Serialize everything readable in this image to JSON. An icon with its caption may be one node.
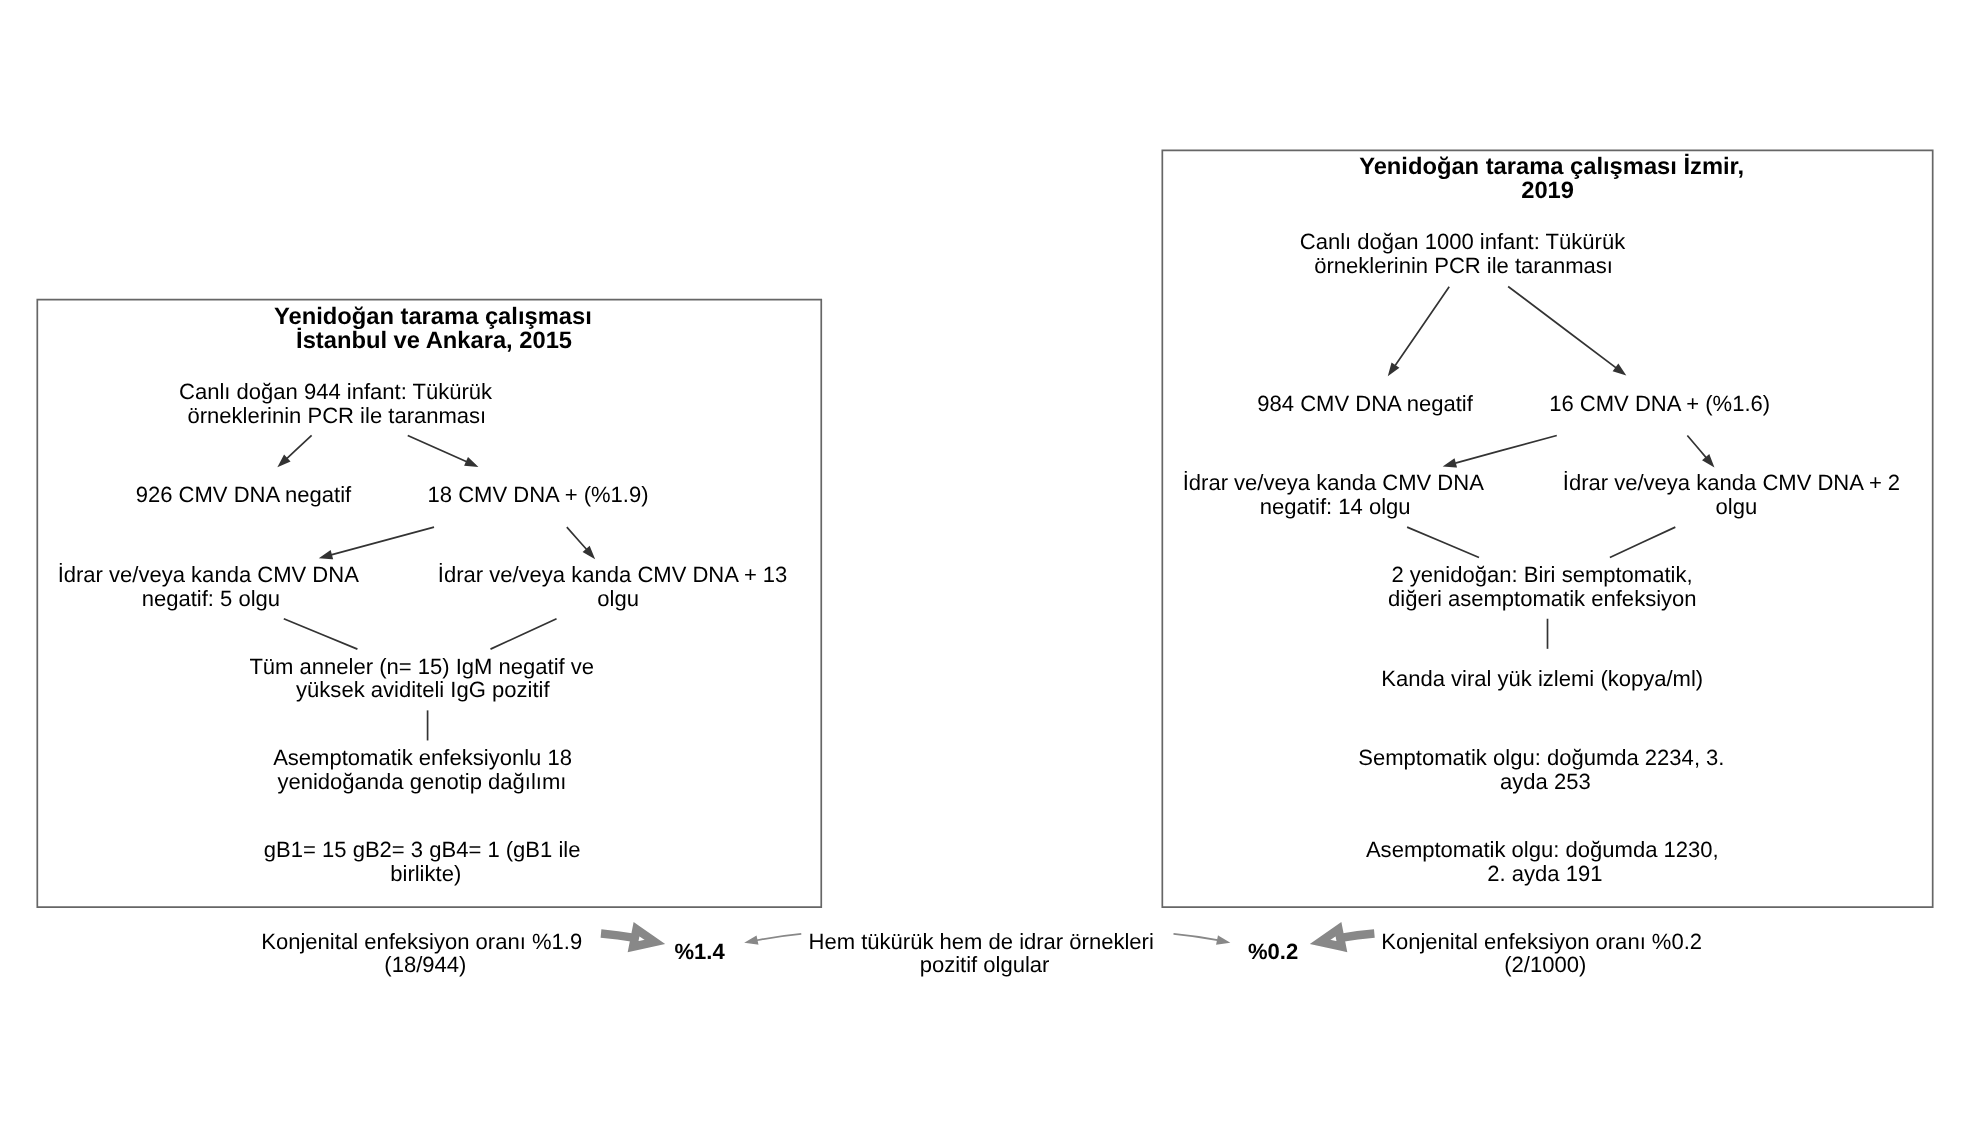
{
  "diagram": {
    "nodes": [
      {
        "text": [
          "Yenidoğan tarama çalışması İstanbul ve Ankara, 2015"
        ]
      },
      {
        "text": [
          "Canlı doğan 944 infant: Tükürük örneklerinin PCR ile taranması"
        ],
        "in": 0
      },
      {
        "text": [
          "926 CMV DNA negatif"
        ],
        "in": 0
      },
      {
        "text": [
          "18 CMV DNA + (%1.9)"
        ],
        "in": 0
      },
      {
        "text": [
          "İdrar ve/veya kanda CMV DNA negatif: 5 olgu"
        ],
        "in": 0
      },
      {
        "text": [
          "İdrar ve/veya kanda CMV DNA + 13 olgu"
        ],
        "in": 0
      },
      {
        "text": [
          "Tüm anneler (n= 15) IgM negatif ve yüksek aviditeli IgG pozitif"
        ],
        "in": 0
      },
      {
        "text": [
          "Asemptomatik enfeksiyonlu 18 yenidoğanda genotip dağılımı"
        ],
        "in": 0
      },
      {
        "text": [
          "gB1= 15 gB2= 3 gB4= 1 (gB1 ile birlikte)"
        ],
        "in": 0
      },
      {
        "text": [
          "Yenidoğan tarama çalışması İzmir, 2019"
        ]
      },
      {
        "text": [
          "Canlı doğan 1000 infant: Tükürük örneklerinin PCR ile taranması"
        ],
        "in": 9
      },
      {
        "text": [
          "984 CMV DNA negatif"
        ],
        "in": 9
      },
      {
        "text": [
          "16 CMV DNA + (%1.6)"
        ],
        "in": 9
      },
      {
        "text": [
          "İdrar ve/veya kanda CMV DNA negatif: 14 olgu"
        ],
        "in": 9
      },
      {
        "text": [
          "İdrar ve/veya kanda CMV DNA + 2 olgu"
        ],
        "in": 9
      },
      {
        "text": [
          "2 yenidoğan: Biri semptomatik, diğeri asemptomatik enfeksiyon"
        ],
        "in": 9
      },
      {
        "text": [
          "Kanda viral yük izlemi (kopya/ml)"
        ],
        "in": 9
      },
      {
        "text": [
          "Semptomatik olgu: doğumda 2234, 3. ayda 253"
        ],
        "in": 9
      },
      {
        "text": [
          "Asemptomatik olgu: doğumda 1230, 2. ayda 191"
        ],
        "in": 9
      },
      {
        "text": [
          "Konjenital enfeksiyon oranı %1.9 (18/944)"
        ]
      },
      {
        "text": [
          "%1.4"
        ]
      },
      {
        "text": [
          "Hem tükürük hem de idrar örnekleri pozitif olgular"
        ]
      },
      {
        "text": [
          "%0.2"
        ]
      },
      {
        "text": [
          "Konjenital enfeksiyon oranı %0.2 (2/1000)"
        ]
      }
    ],
    "edges": [
      {
        "from": 1,
        "to": 2,
        "arrow": "to"
      },
      {
        "from": 1,
        "to": 3,
        "arrow": "to"
      },
      {
        "from": 3,
        "to": 4,
        "arrow": "to"
      },
      {
        "from": 3,
        "to": 5,
        "arrow": "to"
      },
      {
        "from": 4,
        "to": 6,
        "arrow": "none"
      },
      {
        "from": 5,
        "to": 6,
        "arrow": "none"
      },
      {
        "from": 6,
        "to": 7,
        "arrow": "none"
      },
      {
        "from": 10,
        "to": 11,
        "arrow": "to"
      },
      {
        "from": 10,
        "to": 12,
        "arrow": "to"
      },
      {
        "from": 12,
        "to": 13,
        "arrow": "to"
      },
      {
        "from": 12,
        "to": 14,
        "arrow": "to"
      },
      {
        "from": 13,
        "to": 15,
        "arrow": "none"
      },
      {
        "from": 14,
        "to": 15,
        "arrow": "none"
      },
      {
        "from": 15,
        "to": 16,
        "arrow": "none"
      },
      {
        "from": 19,
        "to": 20,
        "arrow": "to",
        "style": "thick",
        "color": "#888888"
      },
      {
        "from": 21,
        "to": 20,
        "arrow": "to",
        "color": "#888888"
      },
      {
        "from": 21,
        "to": 22,
        "arrow": "to",
        "color": "#888888"
      },
      {
        "from": 23,
        "to": 22,
        "arrow": "to",
        "style": "thick",
        "color": "#888888"
      }
    ]
  }
}
